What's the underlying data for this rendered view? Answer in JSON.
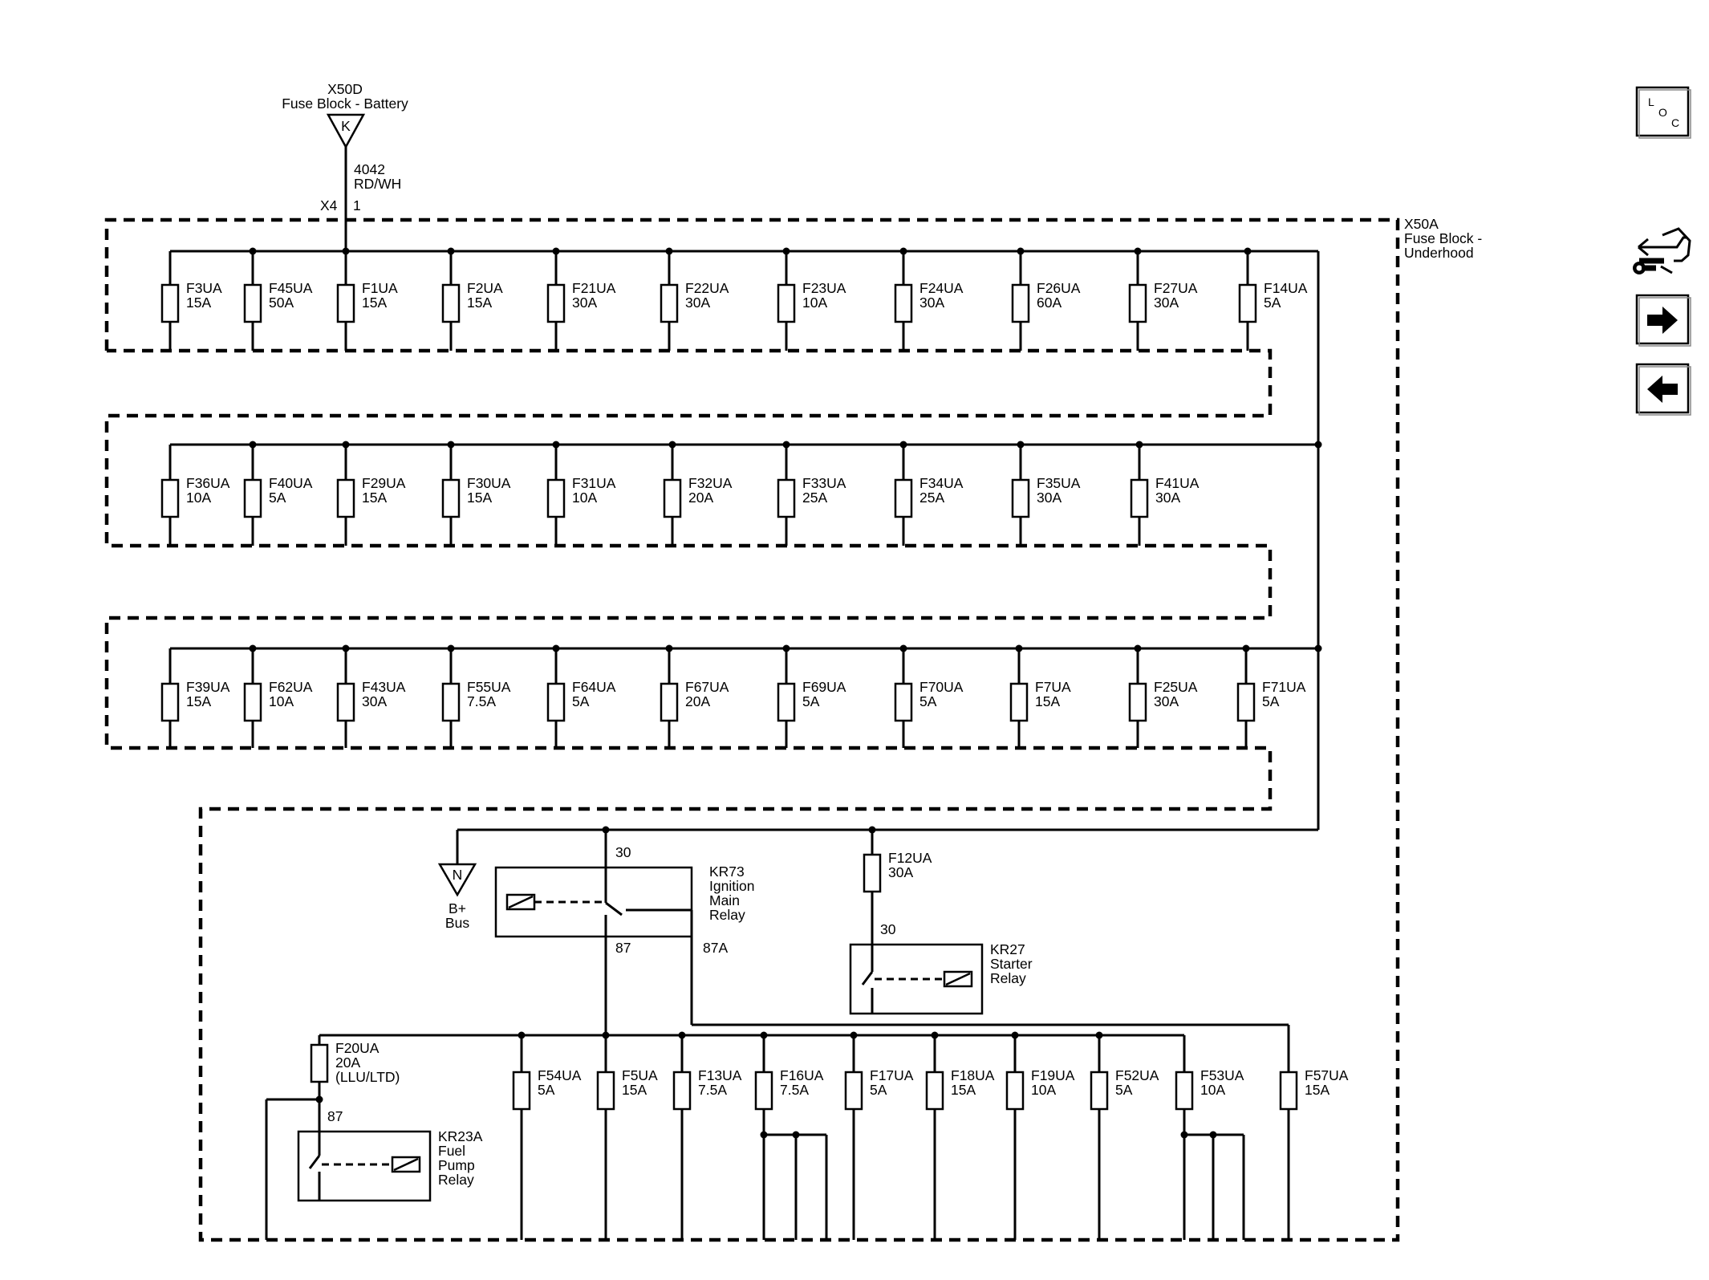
{
  "source_connector": {
    "id": "X50D",
    "name": "Fuse Block - Battery",
    "pin": "K"
  },
  "source_wire": {
    "circuit": "4042",
    "color": "RD/WH"
  },
  "input_terminal": {
    "connector": "X4",
    "pin": "1"
  },
  "block": {
    "id": "X50A",
    "name_line1": "Fuse Block -",
    "name_line2": "Underhood"
  },
  "fuse_rows": [
    [
      {
        "id": "F3UA",
        "rating": "15A"
      },
      {
        "id": "F45UA",
        "rating": "50A"
      },
      {
        "id": "F1UA",
        "rating": "15A"
      },
      {
        "id": "F2UA",
        "rating": "15A"
      },
      {
        "id": "F21UA",
        "rating": "30A"
      },
      {
        "id": "F22UA",
        "rating": "30A"
      },
      {
        "id": "F23UA",
        "rating": "10A"
      },
      {
        "id": "F24UA",
        "rating": "30A"
      },
      {
        "id": "F26UA",
        "rating": "60A"
      },
      {
        "id": "F27UA",
        "rating": "30A"
      },
      {
        "id": "F14UA",
        "rating": "5A"
      }
    ],
    [
      {
        "id": "F36UA",
        "rating": "10A"
      },
      {
        "id": "F40UA",
        "rating": "5A"
      },
      {
        "id": "F29UA",
        "rating": "15A"
      },
      {
        "id": "F30UA",
        "rating": "15A"
      },
      {
        "id": "F31UA",
        "rating": "10A"
      },
      {
        "id": "F32UA",
        "rating": "20A"
      },
      {
        "id": "F33UA",
        "rating": "25A"
      },
      {
        "id": "F34UA",
        "rating": "25A"
      },
      {
        "id": "F35UA",
        "rating": "30A"
      },
      {
        "id": "F41UA",
        "rating": "30A"
      }
    ],
    [
      {
        "id": "F39UA",
        "rating": "15A"
      },
      {
        "id": "F62UA",
        "rating": "10A"
      },
      {
        "id": "F43UA",
        "rating": "30A"
      },
      {
        "id": "F55UA",
        "rating": "7.5A"
      },
      {
        "id": "F64UA",
        "rating": "5A"
      },
      {
        "id": "F67UA",
        "rating": "20A"
      },
      {
        "id": "F69UA",
        "rating": "5A"
      },
      {
        "id": "F70UA",
        "rating": "5A"
      },
      {
        "id": "F7UA",
        "rating": "15A"
      },
      {
        "id": "F25UA",
        "rating": "30A"
      },
      {
        "id": "F71UA",
        "rating": "5A"
      }
    ]
  ],
  "bplus_bus": {
    "pin": "N",
    "label_line1": "B+",
    "label_line2": "Bus"
  },
  "ignition_relay": {
    "id": "KR73",
    "name_line1": "Ignition",
    "name_line2": "Main",
    "name_line3": "Relay",
    "pin_30": "30",
    "pin_87": "87",
    "pin_87a": "87A"
  },
  "starter_fuse": {
    "id": "F12UA",
    "rating": "30A"
  },
  "starter_relay": {
    "id": "KR27",
    "name_line1": "Starter",
    "name_line2": "Relay",
    "pin_30": "30"
  },
  "fuel_fuse": {
    "id": "F20UA",
    "rating": "20A",
    "note": "(LLU/LTD)"
  },
  "fuel_relay": {
    "id": "KR23A",
    "name_line1": "Fuel",
    "name_line2": "Pump",
    "name_line3": "Relay",
    "pin_87": "87"
  },
  "bottom_fuses": [
    {
      "id": "F54UA",
      "rating": "5A"
    },
    {
      "id": "F5UA",
      "rating": "15A"
    },
    {
      "id": "F13UA",
      "rating": "7.5A"
    },
    {
      "id": "F16UA",
      "rating": "7.5A"
    },
    {
      "id": "F17UA",
      "rating": "5A"
    },
    {
      "id": "F18UA",
      "rating": "15A"
    },
    {
      "id": "F19UA",
      "rating": "10A"
    },
    {
      "id": "F52UA",
      "rating": "5A"
    },
    {
      "id": "F53UA",
      "rating": "10A"
    },
    {
      "id": "F57UA",
      "rating": "15A"
    }
  ],
  "loc_button": {
    "l1": "L",
    "l2": "O",
    "l3": "C"
  },
  "nav_icons": [
    "connector-wrench-icon",
    "arrow-right-icon",
    "arrow-left-icon"
  ]
}
